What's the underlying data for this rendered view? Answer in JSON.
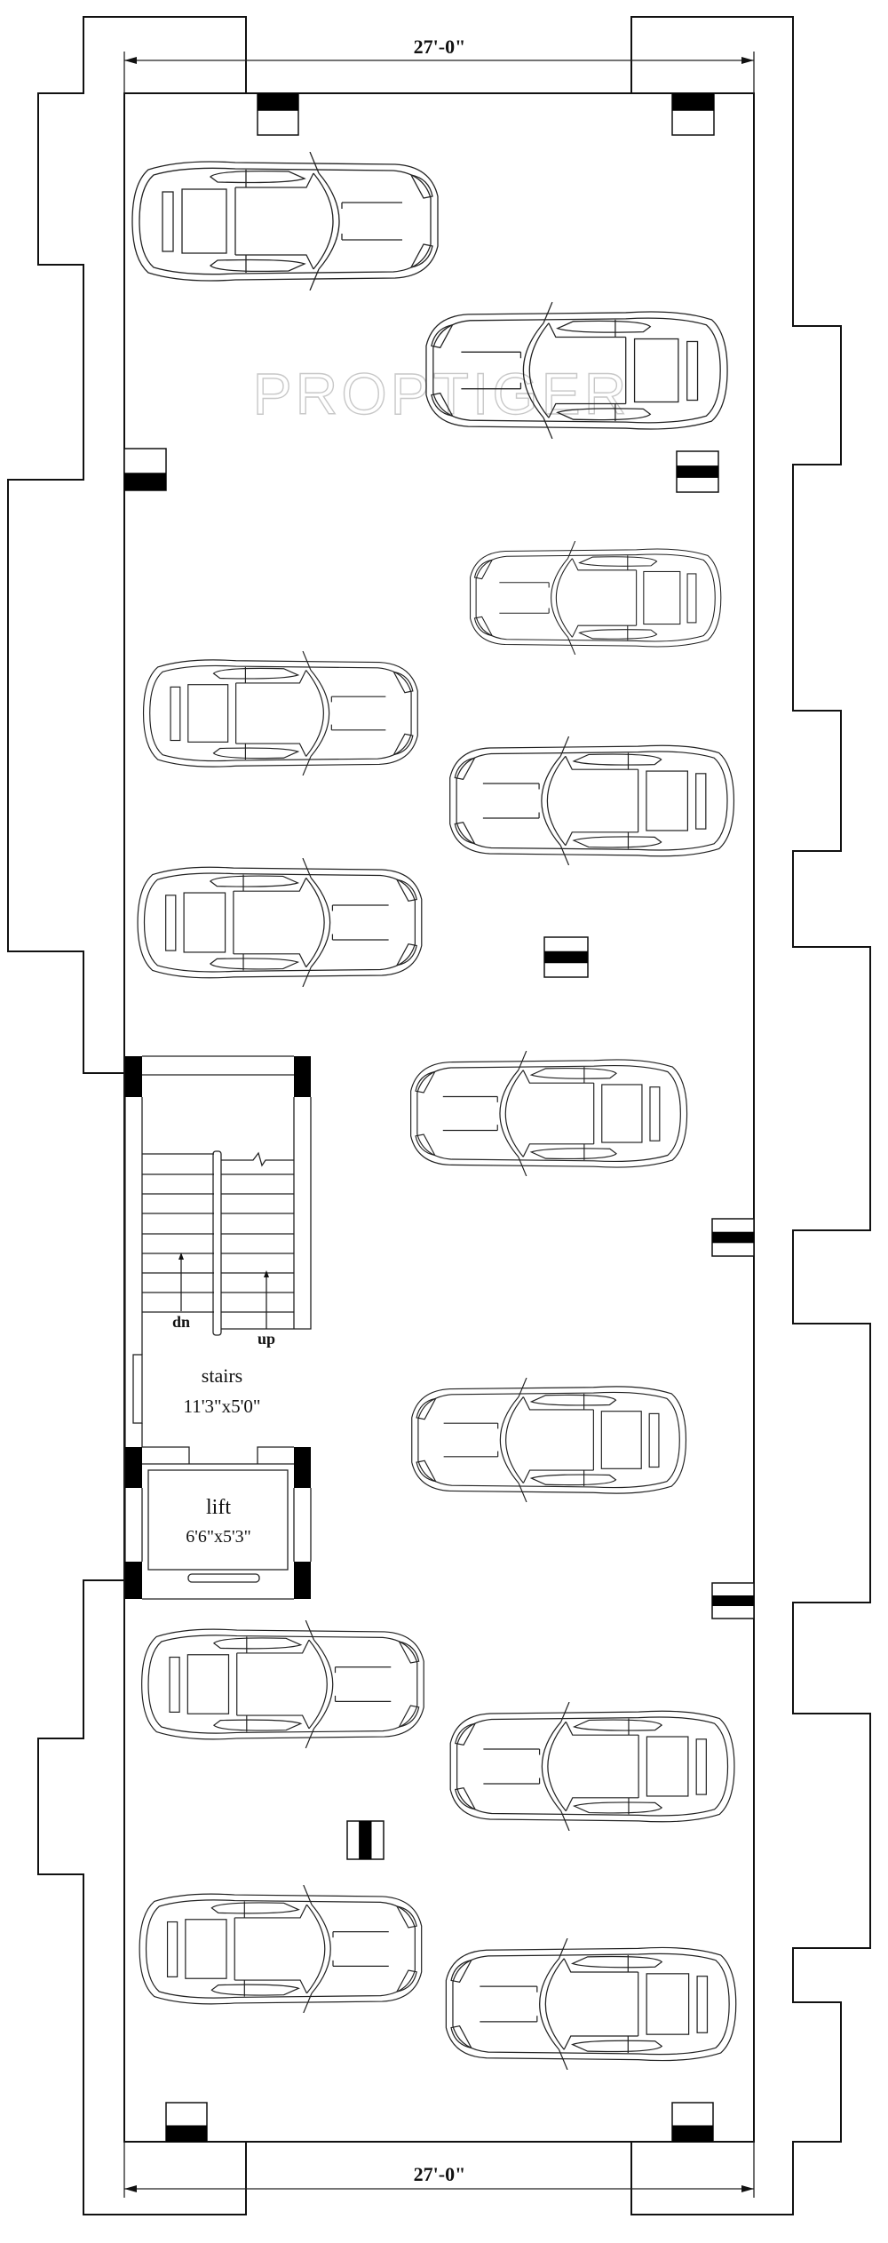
{
  "plan": {
    "top_dimension": "27'-0\"",
    "bottom_dimension": "27'-0\"",
    "watermark": "PROPTIGER",
    "stairs": {
      "label": "stairs",
      "size": "11'3\"x5'0\"",
      "down_label": "dn",
      "up_label": "up"
    },
    "lift": {
      "label": "lift",
      "size": "6'6\"x5'3\""
    },
    "parking_spaces_shown": 12,
    "colors": {
      "line": "#111111",
      "column_fill": "#000000",
      "watermark": "#c8c8c8"
    }
  }
}
